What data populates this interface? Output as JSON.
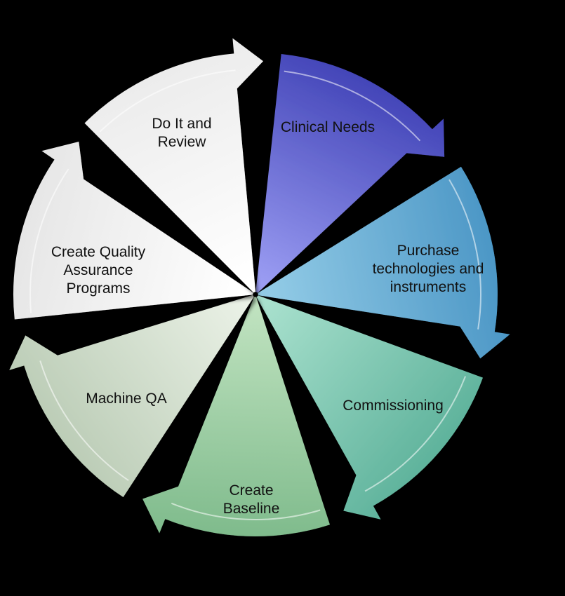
{
  "diagram": {
    "type": "cycle",
    "background": "#000000",
    "segments": [
      {
        "lines": [
          "Clinical Needs"
        ],
        "colors": [
          "#9a9cf2",
          "#4345b8"
        ]
      },
      {
        "lines": [
          "Purchase",
          "technologies and",
          "instruments"
        ],
        "colors": [
          "#92cbe6",
          "#4c97c6"
        ]
      },
      {
        "lines": [
          "Commissioning"
        ],
        "colors": [
          "#a8e0cd",
          "#5fb39c"
        ]
      },
      {
        "lines": [
          "Create",
          "Baseline"
        ],
        "colors": [
          "#bfe2bf",
          "#7fbb8c"
        ]
      },
      {
        "lines": [
          "Machine QA"
        ],
        "colors": [
          "#eaf1e6",
          "#bccdb7"
        ]
      },
      {
        "lines": [
          "Create Quality",
          "Assurance",
          "Programs"
        ],
        "colors": [
          "#ffffff",
          "#e6e6e6"
        ]
      },
      {
        "lines": [
          "Do It and",
          "Review"
        ],
        "colors": [
          "#ffffff",
          "#ececec"
        ]
      }
    ]
  }
}
